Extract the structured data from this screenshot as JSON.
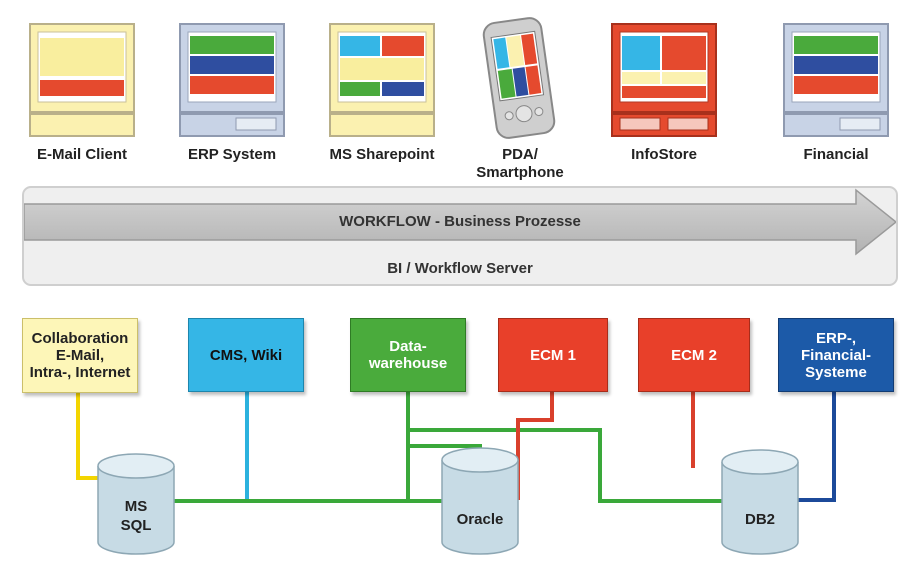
{
  "clients": [
    {
      "id": "email",
      "label": "E-Mail Client"
    },
    {
      "id": "erp",
      "label": "ERP System"
    },
    {
      "id": "sharepoint",
      "label": "MS Sharepoint"
    },
    {
      "id": "pda",
      "label": "PDA/\nSmartphone"
    },
    {
      "id": "infostore",
      "label": "InfoStore"
    },
    {
      "id": "financial",
      "label": "Financial"
    }
  ],
  "banner": {
    "arrow_label": "WORKFLOW - Business Prozesse",
    "server_label": "BI / Workflow Server"
  },
  "systems": [
    {
      "id": "collab",
      "label": "Collaboration\nE-Mail,\nIntra-, Internet",
      "color": "#fdf6b8"
    },
    {
      "id": "cms",
      "label": "CMS, Wiki",
      "color": "#35b6e6"
    },
    {
      "id": "dwh",
      "label": "Data-\nwarehouse",
      "color": "#4aab3c"
    },
    {
      "id": "ecm1",
      "label": "ECM 1",
      "color": "#e8402a"
    },
    {
      "id": "ecm2",
      "label": "ECM 2",
      "color": "#e8402a"
    },
    {
      "id": "erpfin",
      "label": "ERP-,\nFinancial-\nSysteme",
      "color": "#1c5aa8"
    }
  ],
  "databases": [
    {
      "id": "mssql",
      "label": "MS\nSQL"
    },
    {
      "id": "oracle",
      "label": "Oracle"
    },
    {
      "id": "db2",
      "label": "DB2"
    }
  ],
  "colors": {
    "line_yellow": "#f3d500",
    "line_cyan": "#2cb2de",
    "line_green": "#3aa83a",
    "line_red": "#d9402c",
    "line_blue": "#1c4a9a",
    "db_fill": "#c7dbe5"
  }
}
